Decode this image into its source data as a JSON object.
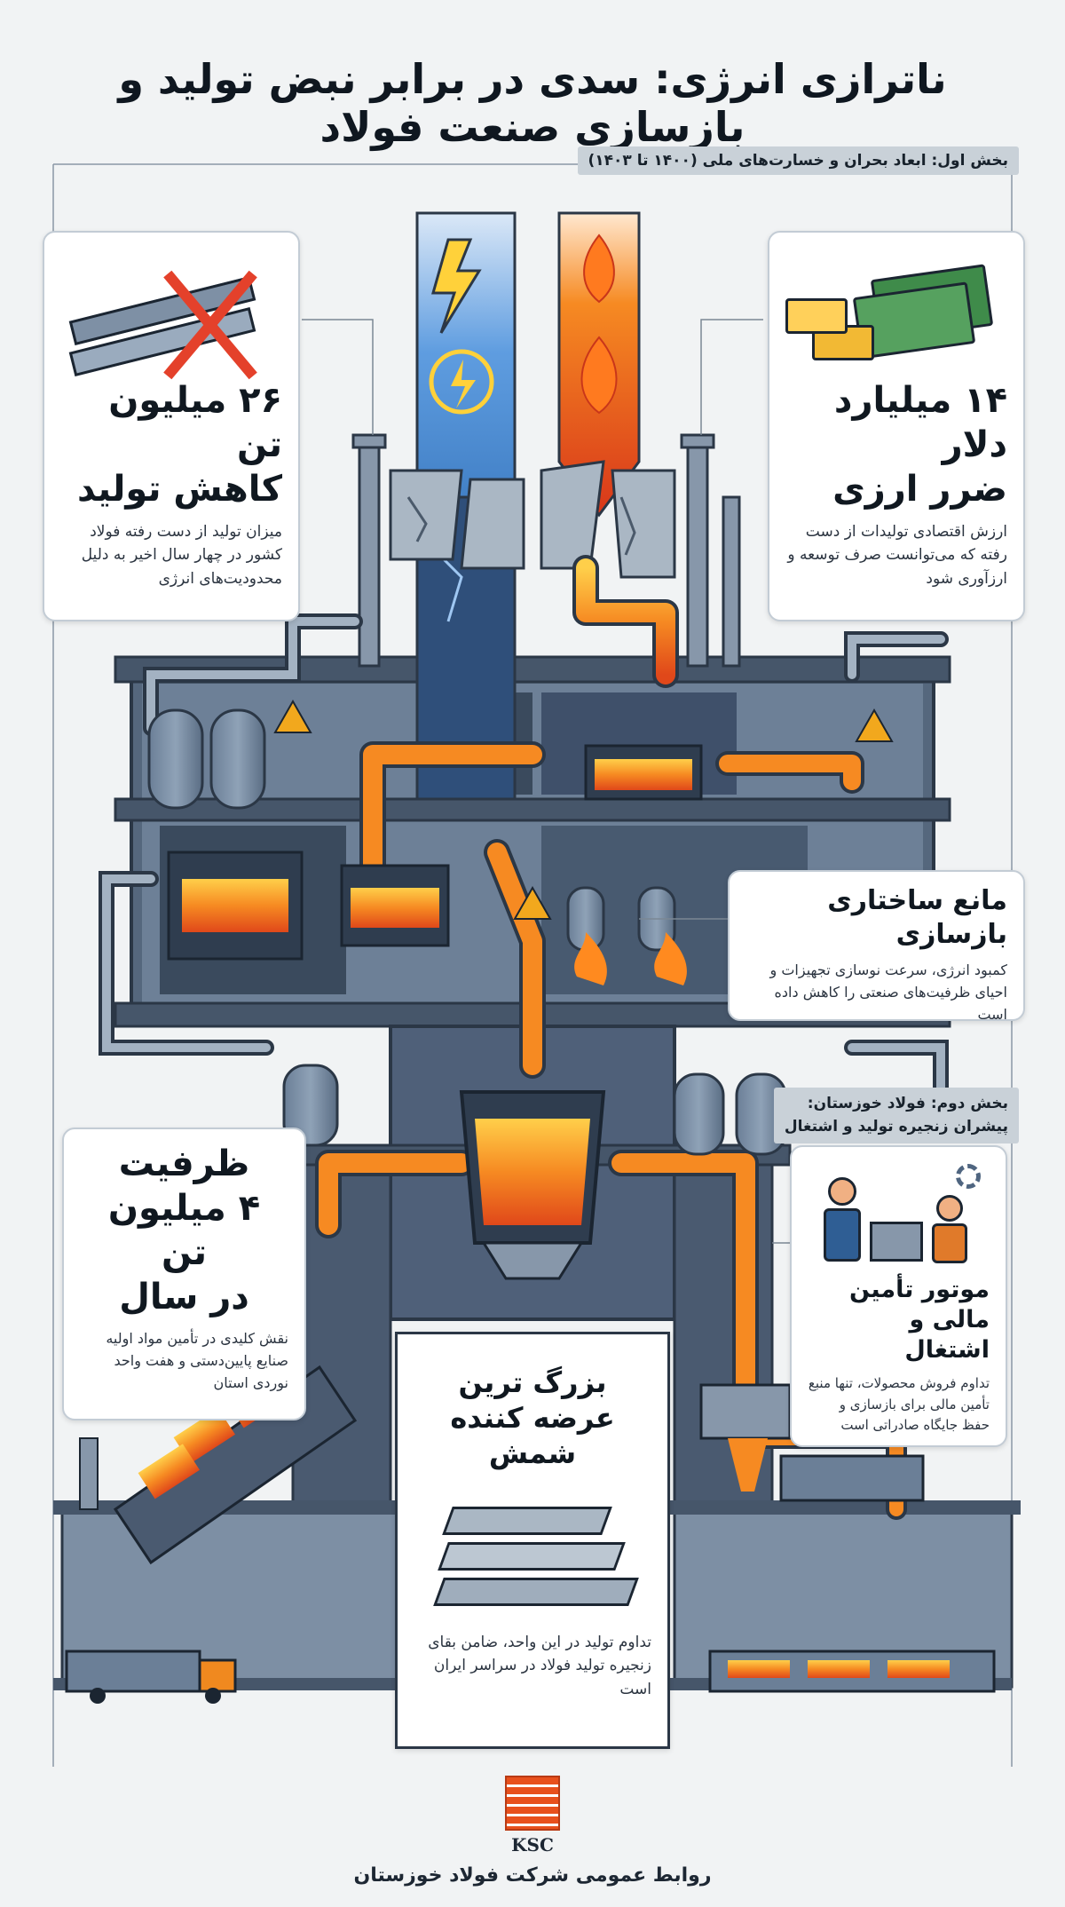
{
  "title": "ناترازی انرژی: سدی در برابر نبض تولید و بازسازی صنعت فولاد",
  "section1_label": "بخش اول: ابعاد بحران و خسارت‌های ملی (۱۴۰۰ تا ۱۴۰۳)",
  "section2_label_line1": "بخش دوم: فولاد خوزستان:",
  "section2_label_line2": "پیشران زنجیره تولید و اشتغال",
  "card_dollar_loss": {
    "line1": "۱۴ میلیارد دلار",
    "line2": "ضرر ارزی",
    "desc": "ارزش اقتصادی تولیدات از دست رفته که می‌توانست صرف توسعه و ارزآوری شود"
  },
  "card_production_loss": {
    "line1": "۲۶ میلیون تن",
    "line2": "کاهش تولید",
    "desc": "میزان تولید از دست رفته فولاد کشور در چهار سال اخیر به دلیل محدودیت‌های انرژی"
  },
  "card_rebuild_barrier": {
    "title": "مانع ساختاری بازسازی",
    "desc": "کمبود انرژی، سرعت نوسازی تجهیزات و احیای ظرفیت‌های صنعتی را کاهش داده است"
  },
  "card_capacity": {
    "line1": "ظرفیت",
    "line2": "۴ میلیون تن",
    "line3": "در سال",
    "desc": "نقش کلیدی در تأمین مواد اولیه صنایع پایین‌دستی و هفت واحد نوردی استان"
  },
  "card_finance_jobs": {
    "line1": "موتور تأمین مالی و",
    "line2": "اشتغال",
    "desc": "تداوم فروش محصولات، تنها منبع تأمین مالی برای بازسازی و حفظ جایگاه صادراتی است"
  },
  "card_ingot_supplier": {
    "line1": "بزرگ ترین",
    "line2": "عرضه کننده شمش",
    "desc": "تداوم تولید در این واحد، ضامن بقای زنجیره تولید فولاد در سراسر ایران است"
  },
  "footer": {
    "logo_text": "KSC",
    "caption": "روابط عمومی شرکت فولاد خوزستان"
  },
  "colors": {
    "background": "#f1f3f4",
    "steel_blue": "#4f6580",
    "dark_steel": "#3c4b5e",
    "molten": "#f36b1c",
    "molten_light": "#ffb33a",
    "electric_blue": "#2f7fd1",
    "logo_orange": "#e8501c"
  }
}
